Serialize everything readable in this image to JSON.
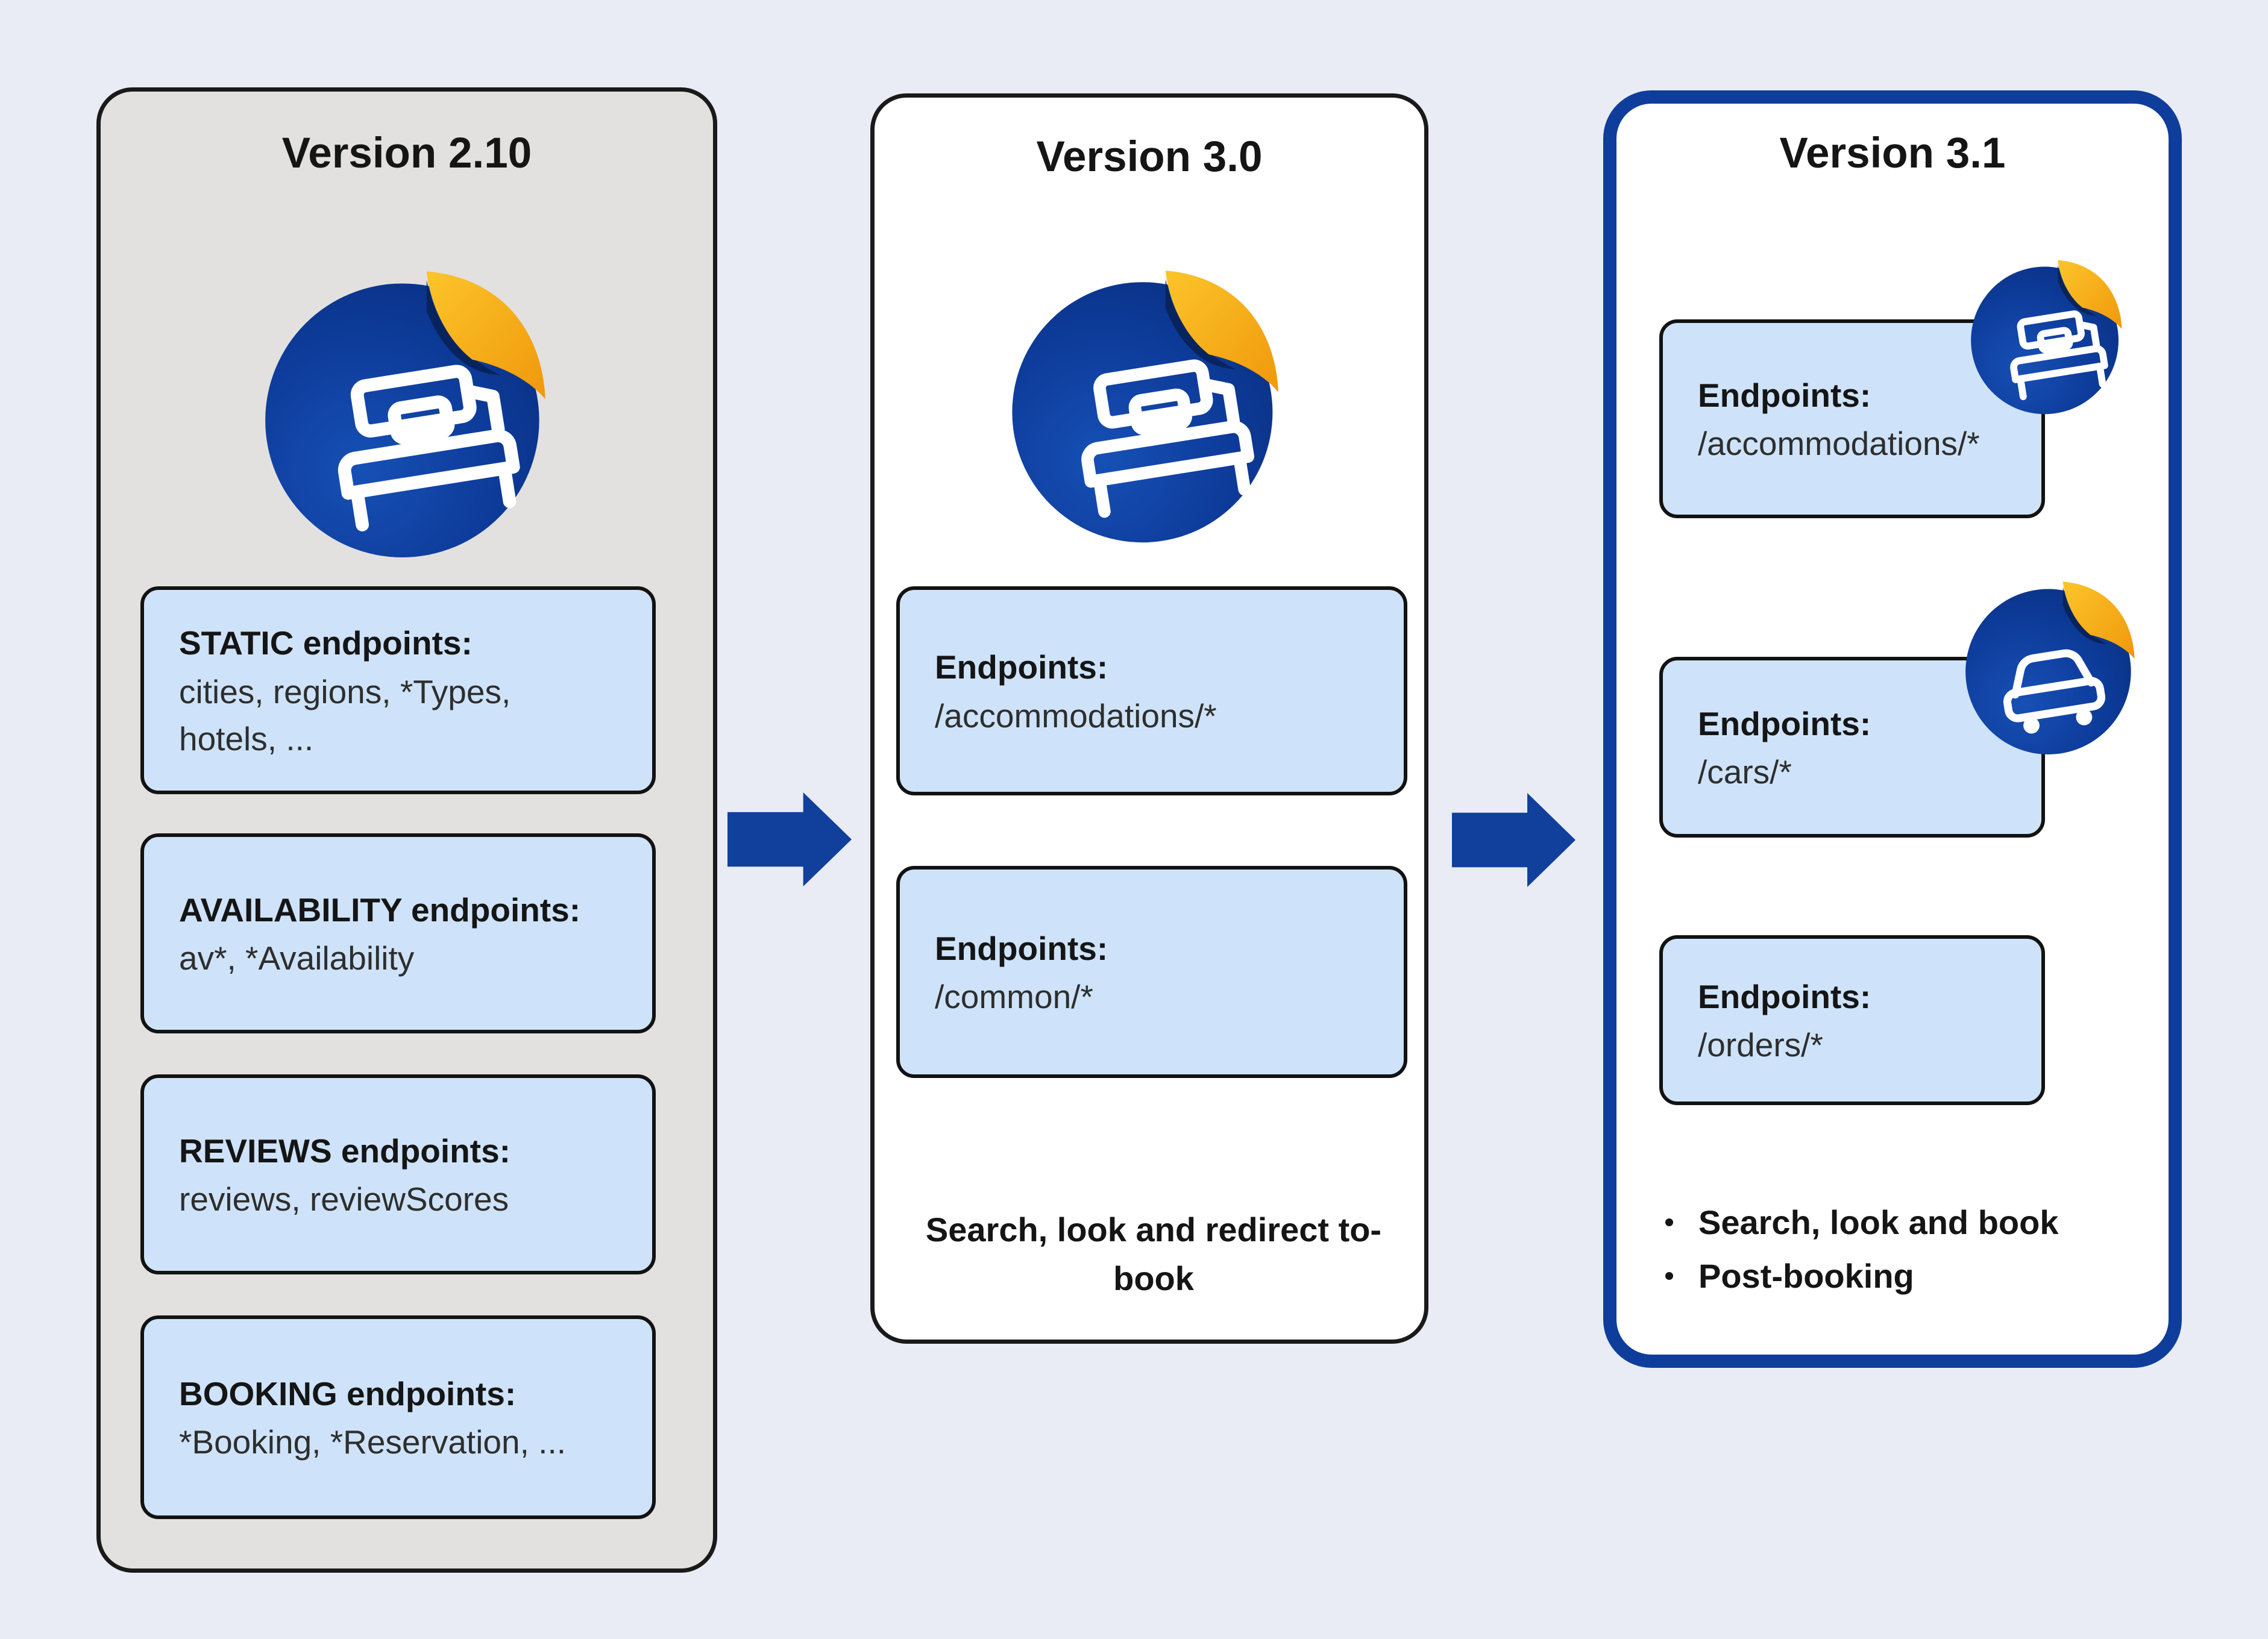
{
  "colors": {
    "page_background": "#e9ecf5",
    "panel_v210_fill": "#e2e1e0",
    "panel_border_dark": "#1a1a1a",
    "panel_v31_border_blue": "#0e3d9b",
    "endpoint_box_fill": "#cee3f9",
    "arrow_blue": "#10409c",
    "sticker_blue": "#0d3c9b",
    "sticker_fold_yellow": "#f9b016",
    "icon_stroke": "#ffffff"
  },
  "panel_v210": {
    "title": "Version 2.10",
    "boxes": [
      {
        "heading": "STATIC endpoints:",
        "body": "cities, regions, *Types,\nhotels, ..."
      },
      {
        "heading": "AVAILABILITY endpoints:",
        "body": "av*, *Availability"
      },
      {
        "heading": "REVIEWS endpoints:",
        "body": "reviews, reviewScores"
      },
      {
        "heading": "BOOKING endpoints:",
        "body": "*Booking, *Reservation, ..."
      }
    ]
  },
  "panel_v30": {
    "title": "Version 3.0",
    "boxes": [
      {
        "heading": "Endpoints:",
        "body": "/accommodations/*"
      },
      {
        "heading": "Endpoints:",
        "body": "/common/*"
      }
    ],
    "caption": "Search, look and redirect to-\nbook"
  },
  "panel_v31": {
    "title": "Version 3.1",
    "boxes": [
      {
        "heading": "Endpoints:",
        "body": "/accommodations/*"
      },
      {
        "heading": "Endpoints:",
        "body": "/cars/*"
      },
      {
        "heading": "Endpoints:",
        "body": "/orders/*"
      }
    ],
    "bullets": [
      "Search, look and book",
      "Post-booking"
    ]
  },
  "icons": {
    "bed_sticker": "booking-bed-sticker",
    "car_sticker": "car-rental-sticker",
    "flow_arrow": "right-block-arrow"
  }
}
